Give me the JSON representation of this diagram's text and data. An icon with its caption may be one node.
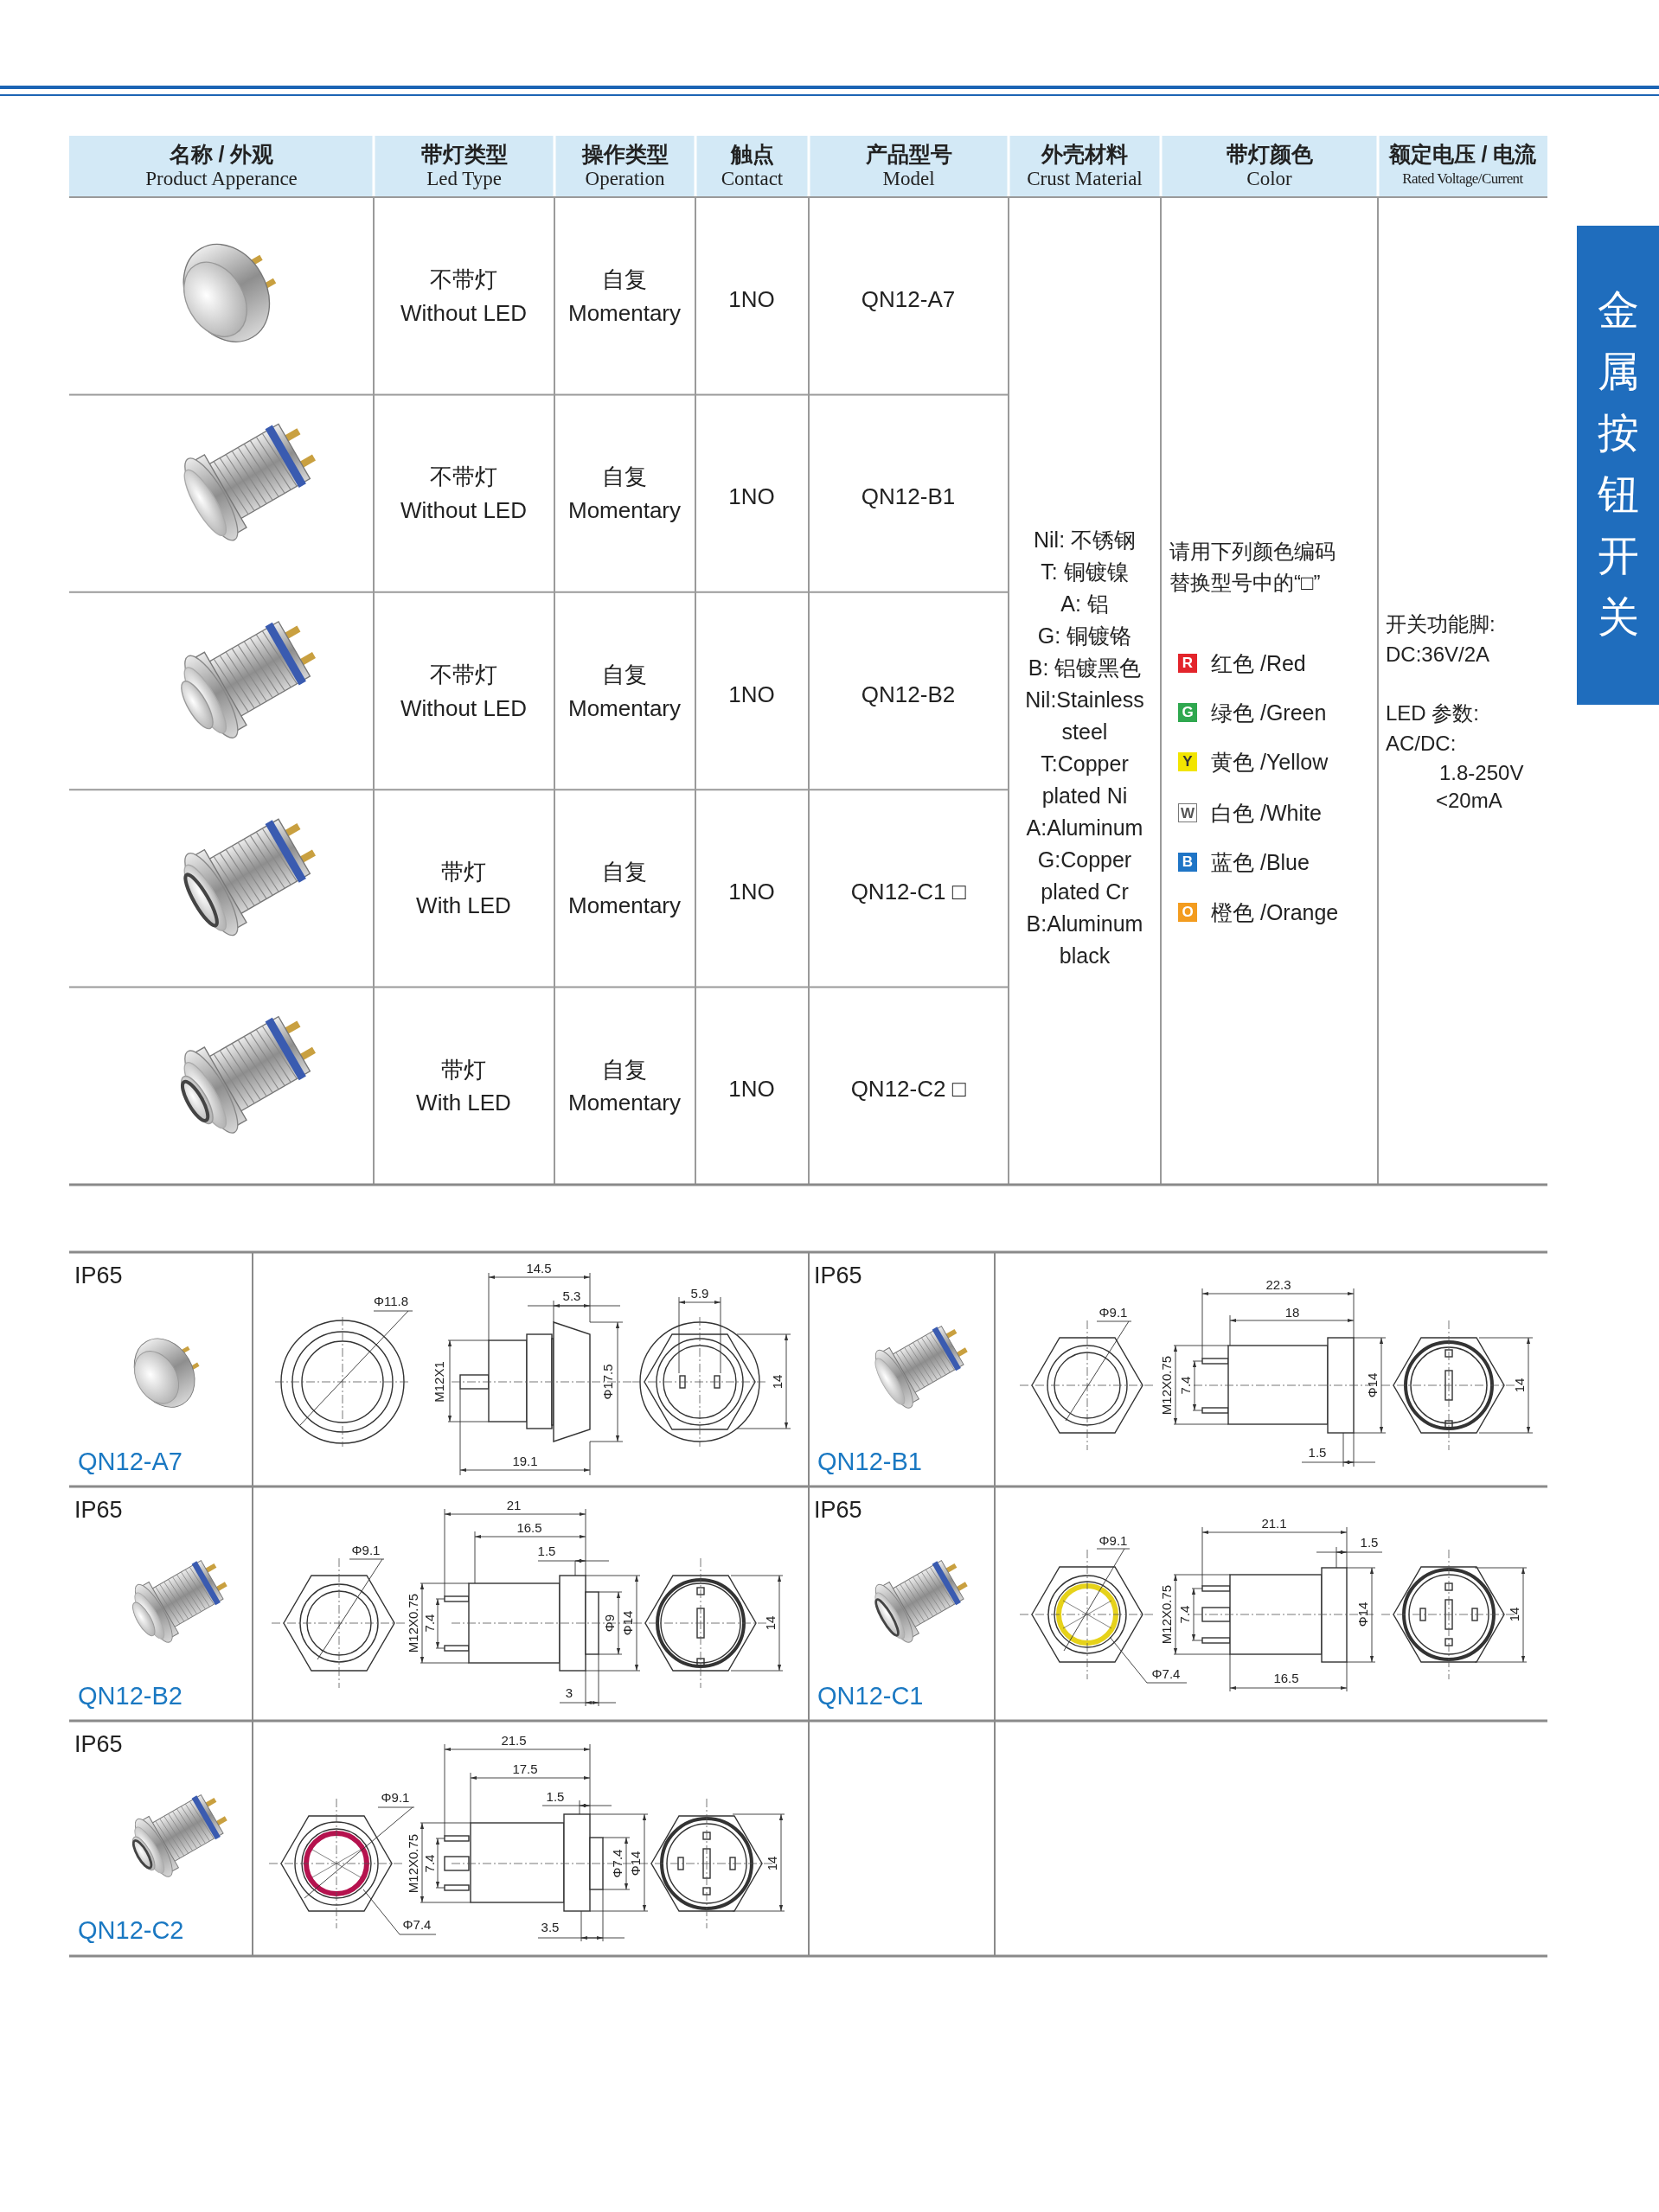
{
  "diagram": {
    "labels": [
      "名称 / 外观",
      "Product Apperance",
      "带灯类型",
      "Led Type",
      "操作类型",
      "Operation",
      "触点",
      "Contact",
      "产品型号",
      "Model",
      "外壳材料",
      "Crust Material",
      "带灯颜色",
      "Color",
      "额定电压 / 电流",
      "Rated Voltage/Current",
      "不带灯",
      "Without LED",
      "自复",
      "Momentary",
      "1NO",
      "QN12-A7",
      "不带灯",
      "Without LED",
      "自复",
      "Momentary",
      "1NO",
      "QN12-B1",
      "不带灯",
      "Without LED",
      "自复",
      "Momentary",
      "1NO",
      "QN12-B2",
      "带灯",
      "With LED",
      "自复",
      "Momentary",
      "1NO",
      "QN12-C1 □",
      "带灯",
      "With LED",
      "自复",
      "Momentary",
      "1NO",
      "QN12-C2 □",
      "Nil: 不锈钢",
      "T: 铜镀镍",
      "A: 铝",
      "G: 铜镀铬",
      "B: 铝镀黑色",
      "Nil:Stainless steel",
      "T:Copper plated Ni",
      "A:Aluminum",
      "G:Copper plated Cr",
      "B:Aluminum black",
      "请用下列颜色编码替换型号中的“□”",
      "R",
      "红色 /Red",
      "G",
      "绿色 /Green",
      "Y",
      "黄色 /Yellow",
      "W",
      "白色 /White",
      "B",
      "蓝色 /Blue",
      "O",
      "橙色 /Orange",
      "开关功能脚:",
      "DC:36V/2A",
      "LED 参数:",
      "AC/DC:",
      "1.8-250V",
      "<20mA",
      "金属按钮开关",
      "IP65",
      "QN12-A7",
      "Φ11.8",
      "14.5",
      "5.3",
      "5.9",
      "M12X1",
      "Φ17.5",
      "14",
      "19.1",
      "IP65",
      "QN12-B1",
      "22.3",
      "Φ9.1",
      "18",
      "M12X0.75",
      "7.4",
      "Φ14",
      "14",
      "1.5",
      "IP65",
      "QN12-B2",
      "21",
      "16.5",
      "Φ9.1",
      "1.5",
      "M12X0.75",
      "7.4",
      "Φ9",
      "Φ14",
      "14",
      "3",
      "IP65",
      "QN12-C1",
      "21.1",
      "Φ9.1",
      "1.5",
      "M12X0.75",
      "7.4",
      "Φ14",
      "14",
      "Φ7.4",
      "16.5",
      "IP65",
      "QN12-C2",
      "21.5",
      "17.5",
      "Φ9.1",
      "1.5",
      "M12X0.75",
      "7.4",
      "Φ7.4",
      "Φ14",
      "14",
      "Φ7.4",
      "3.5"
    ]
  }
}
